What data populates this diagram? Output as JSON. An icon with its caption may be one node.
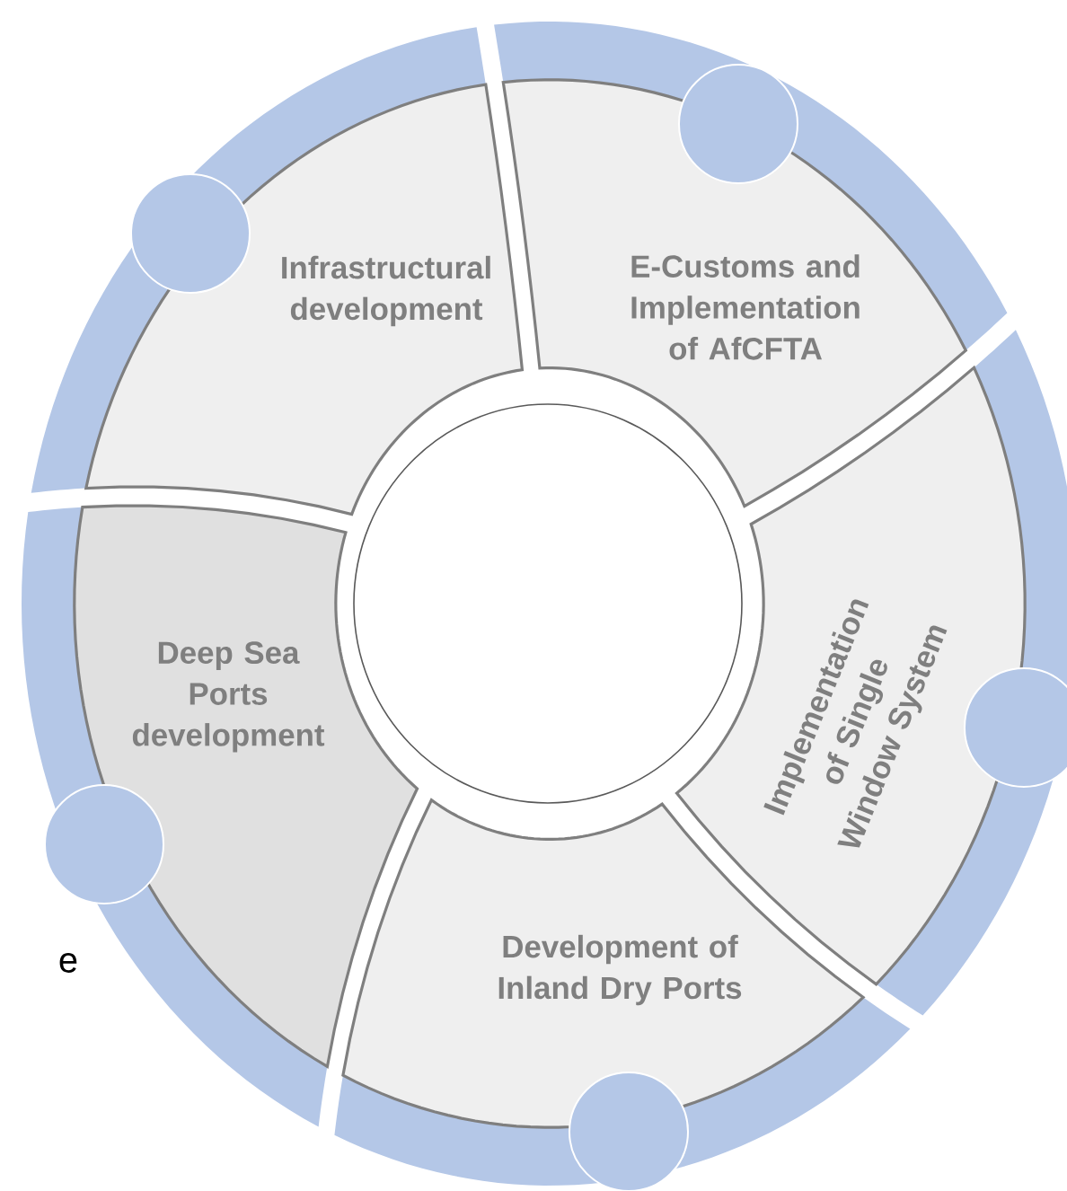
{
  "diagram": {
    "nodes": [
      {
        "text": [
          "Infrastructural development"
        ]
      },
      {
        "text": [
          "E-Customs and Implementation of AfCFTA"
        ]
      },
      {
        "text": [
          "Deep Sea Ports development"
        ]
      },
      {
        "text": [
          "Implementation of Single Window System"
        ]
      },
      {
        "text": [
          "Development of Inland Dry Ports"
        ]
      },
      {
        "text": [],
        "shape": "circle"
      },
      {
        "text": [],
        "shape": "circle"
      },
      {
        "text": [],
        "shape": "circle"
      },
      {
        "text": [],
        "shape": "circle"
      },
      {
        "text": [],
        "shape": "circle"
      },
      {
        "text": [],
        "shape": "circle"
      }
    ],
    "labels": [
      "e"
    ]
  }
}
